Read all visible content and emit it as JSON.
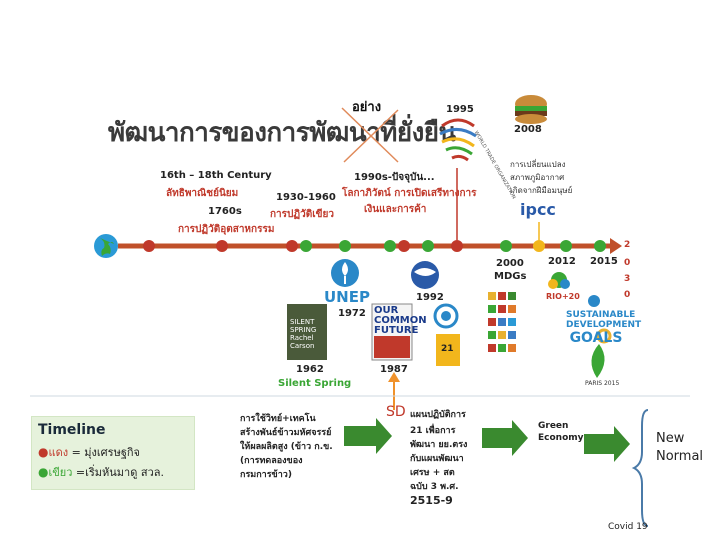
{
  "title": "พัฒนาการของการพัฒนาที่ยั่งยืน",
  "insert_word": "อย่าง",
  "events": {
    "c16": {
      "years": "16th – 18th Century",
      "label": "ลัทธิพาณิชย์นิยม"
    },
    "c1760": {
      "years": "1760s",
      "label": "การปฏิวัติอุตสาหกรรม"
    },
    "c1930": {
      "years": "1930-1960",
      "label": "การปฏิวัติเขียว"
    },
    "c1990": {
      "years": "1990s-ปัจจุบัน...",
      "label_line1": "โลกาภิวัตน์ การเปิดเสรีทางการ",
      "label_line2": "เงินและการค้า"
    },
    "c1995": {
      "years": "1995",
      "logo_text": "WORLD TRADE ORGANIZATION"
    },
    "c2008": {
      "years": "2008",
      "line1": "การเปลี่ยนแปลง",
      "line2": "สภาพภูมิอากาศ",
      "line3": "เกิดจากฝีมือมนุษย์",
      "logo": "ipcc"
    },
    "c1972": {
      "years": "1972",
      "logo": "UNEP"
    },
    "c1962": {
      "years": "1962",
      "caption": "Silent Spring",
      "book_line1": "SILENT",
      "book_line2": "SPRING",
      "book_line3": "Rachel",
      "book_line4": "Carson"
    },
    "c1987": {
      "years": "1987",
      "book_line1": "OUR",
      "book_line2": "COMMON",
      "book_line3": "FUTURE"
    },
    "c1992": {
      "years": "1992",
      "badge": "21"
    },
    "c2000": {
      "years": "2000",
      "label": "MDGs"
    },
    "c2012": {
      "years": "2012",
      "logo": "RIO+20"
    },
    "c2015": {
      "years": "2015",
      "logo_line1": "SUSTAINABLE",
      "logo_line2": "DEVELOPMENT",
      "logo_line3": "GOALS",
      "paris": "PARIS 2015"
    }
  },
  "end_year_digits": [
    "2",
    "0",
    "3",
    "0"
  ],
  "legend": {
    "title": "Timeline",
    "red_word": "แดง",
    "red_rest": " = มุ่งเศรษฐกิจ",
    "green_word": "เขียว",
    "green_rest": " =เริ่มหันมาดู สวล."
  },
  "flow": {
    "box1": [
      "การใช้วิทย์+เทคโน",
      "สร้างพันธ์ข้าวมหัศจรรย์",
      "ให้ผลผลิตสูง (ข้าว ก.ข.",
      "(การทดลองของ",
      "กรมการข้าว)"
    ],
    "sd_label": "SD",
    "box2_first": "แผนปฏิบัติการ",
    "box2": [
      "21 เพื่อการ",
      "พัฒนา ยย.ตรง",
      "กับแผนพัฒนา",
      "เศรษ + สต",
      "ฉบับ 3 พ.ศ.",
      "2515-9"
    ],
    "box3": [
      "Green",
      "Economy"
    ],
    "box4": [
      "New",
      "Normal"
    ],
    "covid": "Covid 19"
  },
  "colors": {
    "line": "#c0502a",
    "red_dot": "#c0392b",
    "green_dot": "#3aa635",
    "yellow_dot": "#f2b61c",
    "arrow": "#3a8a2f",
    "orange_arrow": "#f0922b"
  }
}
